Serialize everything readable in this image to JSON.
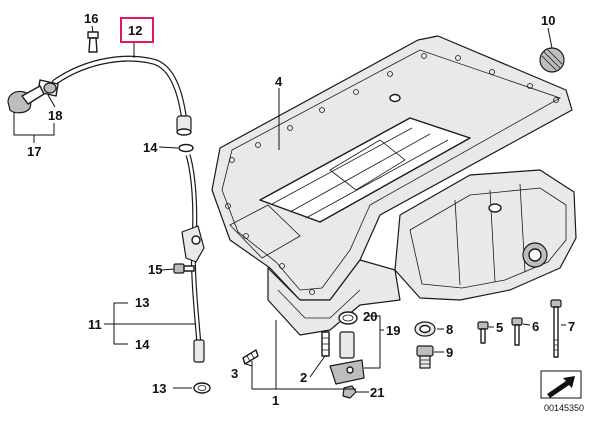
{
  "diagram": {
    "drawing_number": "00145350",
    "highlighted_callout": "12",
    "callouts": {
      "c1": "1",
      "c2": "2",
      "c3": "3",
      "c4": "4",
      "c5": "5",
      "c6": "6",
      "c7": "7",
      "c8": "8",
      "c9": "9",
      "c10": "10",
      "c11": "11",
      "c12": "12",
      "c13a": "13",
      "c13b": "13",
      "c14a": "14",
      "c14b": "14",
      "c15": "15",
      "c16": "16",
      "c17": "17",
      "c18": "18",
      "c19": "19",
      "c20": "20",
      "c21": "21"
    },
    "colors": {
      "highlight": "#e0176b",
      "line": "#111111",
      "casting": "#e9e9e9"
    }
  }
}
